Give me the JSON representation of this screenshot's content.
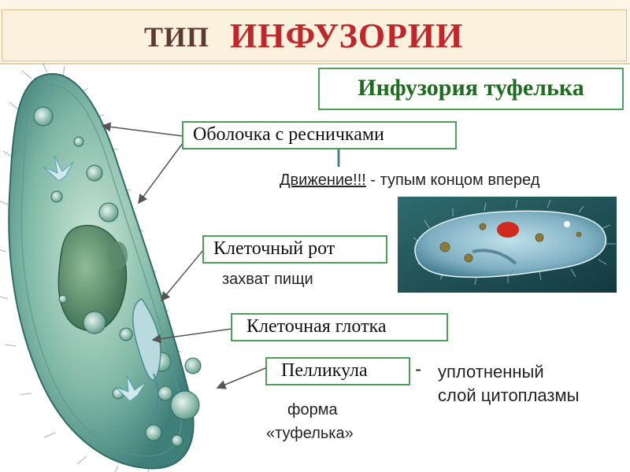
{
  "header": {
    "type_label": "ТИП",
    "title": "ИНФУЗОРИИ"
  },
  "subtitle": "Инфузория туфелька",
  "labels": {
    "membrane": "Оболочка с ресничками",
    "movement": "Движение!!!",
    "movement_note": "- тупым концом вперед",
    "mouth": "Клеточный рот",
    "mouth_note": "захват пищи",
    "pharynx": "Клеточная глотка",
    "pellicle": "Пелликула",
    "pellicle_dash": "-",
    "pellicle_note_1": "уплотненный",
    "pellicle_note_2": "слой цитоплазмы",
    "shape_note_1": "форма",
    "shape_note_2": "«туфелька»"
  },
  "colors": {
    "accent_green": "#4d9f5b",
    "title_red": "#c0262a",
    "title_brown": "#5a3a32"
  }
}
